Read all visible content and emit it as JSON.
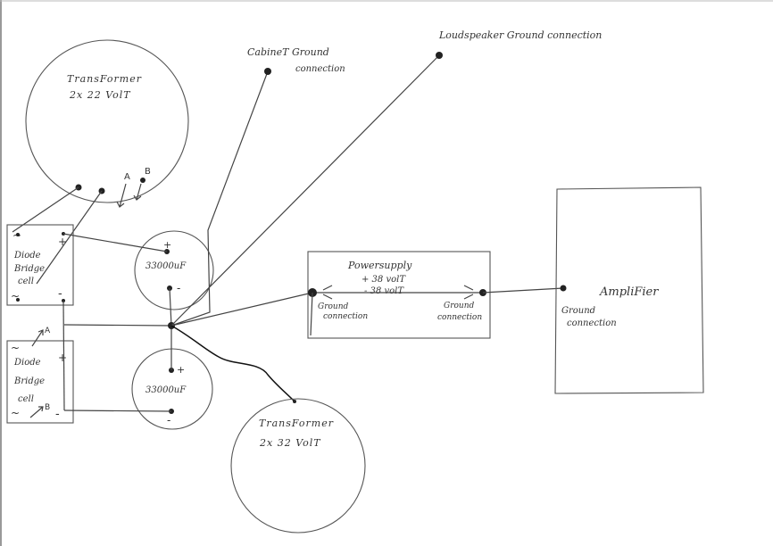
{
  "diagram": {
    "transformer_top": {
      "title": "TransFormer",
      "rating": "2x 22 VolT",
      "tap_a": "A",
      "tap_b": "B"
    },
    "transformer_bottom": {
      "title": "TransFormer",
      "rating": "2x 32 VolT"
    },
    "bridge_top": {
      "line1": "Diode",
      "line2": "Bridge",
      "line3": "cell",
      "plus": "+",
      "minus": "-",
      "ac1": "~",
      "ac2": "~"
    },
    "bridge_bottom": {
      "line1": "Diode",
      "line2": "Bridge",
      "line3": "cell",
      "plus": "+",
      "minus": "-",
      "ac1": "~",
      "ac2": "~",
      "tap_a": "A",
      "tap_b": "B"
    },
    "cap_top": {
      "value": "33000uF",
      "plus": "+",
      "minus": "-"
    },
    "cap_bottom": {
      "value": "33000uF",
      "plus": "+",
      "minus": "-"
    },
    "cabinet_ground": {
      "line1": "CabineT Ground",
      "line2": "connection"
    },
    "speaker_ground": {
      "label": "Loudspeaker Ground connection"
    },
    "power_supply": {
      "title": "Powersupply",
      "pos": "+ 38 volT",
      "neg": "- 38 volT",
      "ground_left_1": "Ground",
      "ground_left_2": "connection",
      "ground_right_1": "Ground",
      "ground_right_2": "connection"
    },
    "amplifier": {
      "title": "AmpliFier",
      "ground_1": "Ground",
      "ground_2": "connection"
    }
  }
}
